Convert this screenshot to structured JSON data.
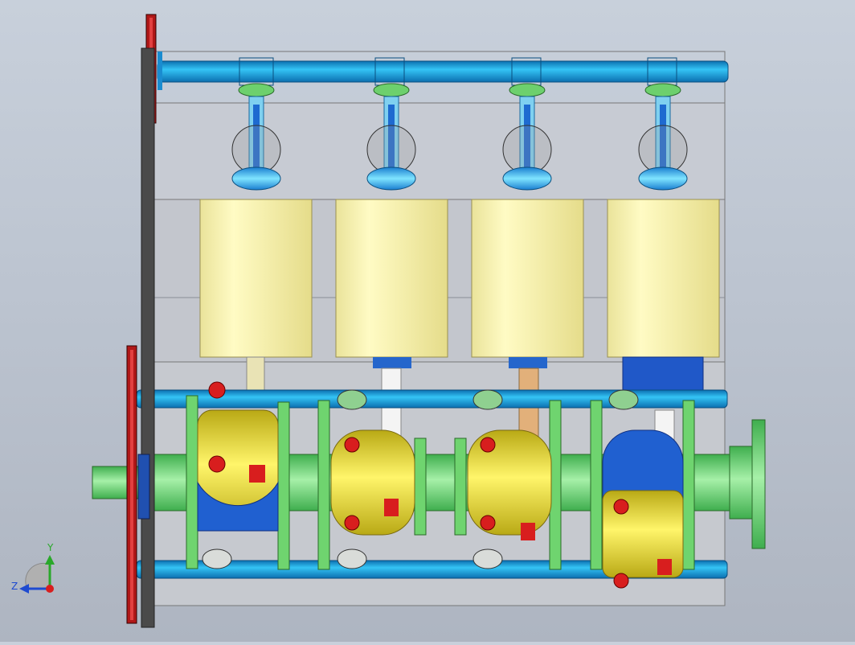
{
  "viewport": {
    "background_top": "#c8d0db",
    "background_bottom": "#aeb5c1"
  },
  "model": {
    "cylinders": 4,
    "colors": {
      "block": "#c9ccd2",
      "pipe": "#1aa6e6",
      "piston": "#f7f0a0",
      "crankshaft": "#72d87a",
      "bearing": "#e6d83a",
      "flywheel": "#3c3c3c",
      "flywheel_rim": "#c81e1e",
      "valve": "#2fa6e6",
      "rod_dark": "#1e50c8",
      "bolt": "#d81e1e"
    }
  },
  "triad": {
    "y_label": "Y",
    "z_label": "Z",
    "y_color": "#2aa82a",
    "z_color": "#1e4ad0",
    "x_color": "#d81e1e"
  }
}
